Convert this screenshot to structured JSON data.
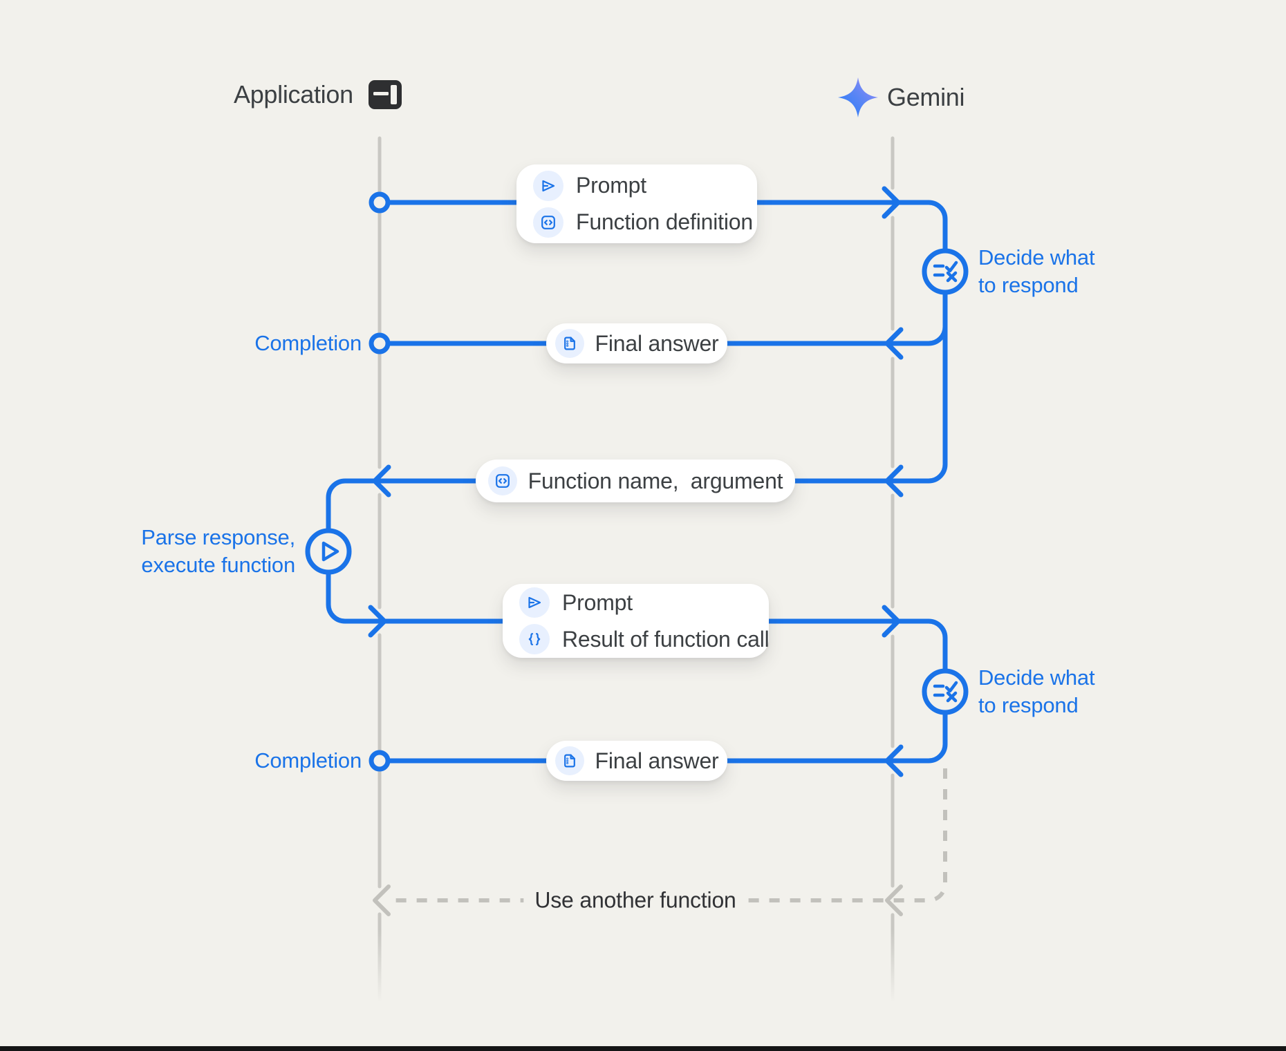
{
  "colors": {
    "blue": "#1A73E8",
    "chip_background": "#E8F0FE",
    "dark_text": "#3C4043",
    "background": "#F2F1EC",
    "lifeline_gray": "#C9C8C3",
    "dashed_gray": "#C2C1BC"
  },
  "actors": {
    "application": {
      "label": "Application",
      "icon": "app-window-icon"
    },
    "gemini": {
      "label": "Gemini",
      "icon": "gemini-sparkle-icon"
    }
  },
  "flow": {
    "msg1": {
      "rows": [
        {
          "icon": "send-icon",
          "label": "Prompt"
        },
        {
          "icon": "code-icon",
          "label": "Function definition"
        }
      ]
    },
    "decide1": {
      "icon": "decide-rule-icon",
      "line1": "Decide what",
      "line2": "to respond"
    },
    "completion1": {
      "label": "Completion"
    },
    "final1": {
      "icon": "document-icon",
      "label": "Final answer"
    },
    "function_call": {
      "icon": "code-icon",
      "label": "Function name,  argument"
    },
    "parse": {
      "icon": "play-icon",
      "line1": "Parse response,",
      "line2": "execute function"
    },
    "msg2": {
      "rows": [
        {
          "icon": "send-icon",
          "label": "Prompt"
        },
        {
          "icon": "braces-icon",
          "label": "Result of function call"
        }
      ]
    },
    "decide2": {
      "icon": "decide-rule-icon",
      "line1": "Decide what",
      "line2": "to respond"
    },
    "completion2": {
      "label": "Completion"
    },
    "final2": {
      "icon": "document-icon",
      "label": "Final answer"
    },
    "loop": {
      "label": "Use another function"
    }
  }
}
